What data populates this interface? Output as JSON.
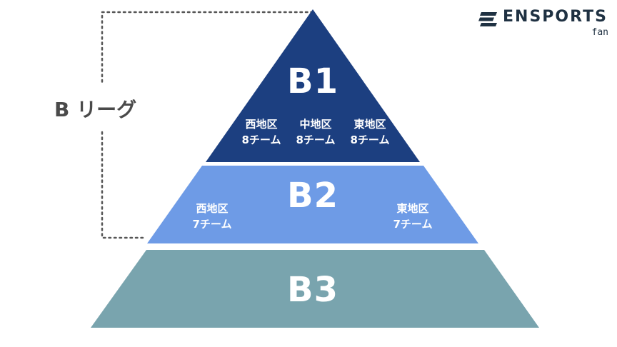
{
  "brand": {
    "name": "ENSPORTS",
    "sub": "fan"
  },
  "league_label": "B リーグ",
  "tiers": [
    {
      "title": "B1",
      "color": "#1c3f80",
      "regions": [
        {
          "name": "西地区",
          "teams": "8チーム"
        },
        {
          "name": "中地区",
          "teams": "8チーム"
        },
        {
          "name": "東地区",
          "teams": "8チーム"
        }
      ]
    },
    {
      "title": "B2",
      "color": "#6e9be6",
      "regions": [
        {
          "name": "西地区",
          "teams": "7チーム"
        },
        {
          "name": "東地区",
          "teams": "7チーム"
        }
      ]
    },
    {
      "title": "B3",
      "color": "#79a4ae",
      "regions": []
    }
  ],
  "bracket_color": "#555555"
}
